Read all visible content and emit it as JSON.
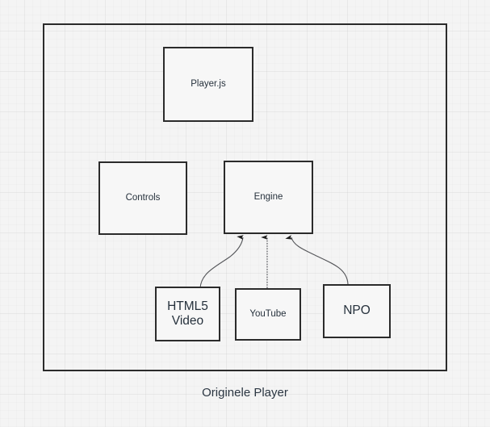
{
  "diagram": {
    "caption": "Originele Player",
    "container_label": "",
    "nodes": [
      {
        "id": "playerjs",
        "label": "Player.js"
      },
      {
        "id": "controls",
        "label": "Controls"
      },
      {
        "id": "engine",
        "label": "Engine"
      },
      {
        "id": "html5video",
        "label": "HTML5\nVideo"
      },
      {
        "id": "youtube",
        "label": "YouTube"
      },
      {
        "id": "npo",
        "label": "NPO"
      }
    ],
    "edges": [
      {
        "from": "html5video",
        "to": "engine",
        "style": "solid",
        "arrow": "to"
      },
      {
        "from": "youtube",
        "to": "engine",
        "style": "dotted",
        "arrow": "to"
      },
      {
        "from": "npo",
        "to": "engine",
        "style": "solid",
        "arrow": "to"
      }
    ],
    "colors": {
      "background": "#f4f4f4",
      "node_fill": "#f7f7f7",
      "stroke": "#2b2b2b",
      "text": "#26313c",
      "grid": "#ebebeb"
    }
  }
}
